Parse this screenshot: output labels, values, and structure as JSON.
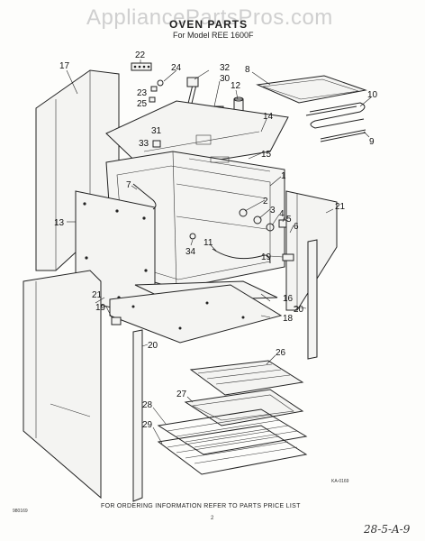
{
  "watermark": "AppliancePartsPros.com",
  "title": "OVEN PARTS",
  "subtitle": "For Model REE 1600F",
  "footer": "FOR ORDERING INFORMATION REFER TO PARTS PRICE LIST",
  "page_number": "2",
  "left_code": "980169",
  "diagram_code": "KA-0169",
  "handwritten_note": "28-5-A-9",
  "callouts": {
    "c1": "1",
    "c2": "2",
    "c3": "3",
    "c4": "4",
    "c5": "5",
    "c6": "6",
    "c7": "7",
    "c8": "8",
    "c9": "9",
    "c10": "10",
    "c11": "11",
    "c12": "12",
    "c13": "13",
    "c14": "14",
    "c15": "15",
    "c16": "16",
    "c17": "17",
    "c18": "18",
    "c19a": "19",
    "c19b": "19",
    "c20a": "20",
    "c20b": "20",
    "c21a": "21",
    "c21b": "21",
    "c22": "22",
    "c23": "23",
    "c24": "24",
    "c25": "25",
    "c26": "26",
    "c27": "27",
    "c28": "28",
    "c29": "29",
    "c30": "30",
    "c31": "31",
    "c32": "32",
    "c33": "33",
    "c34": "34"
  }
}
